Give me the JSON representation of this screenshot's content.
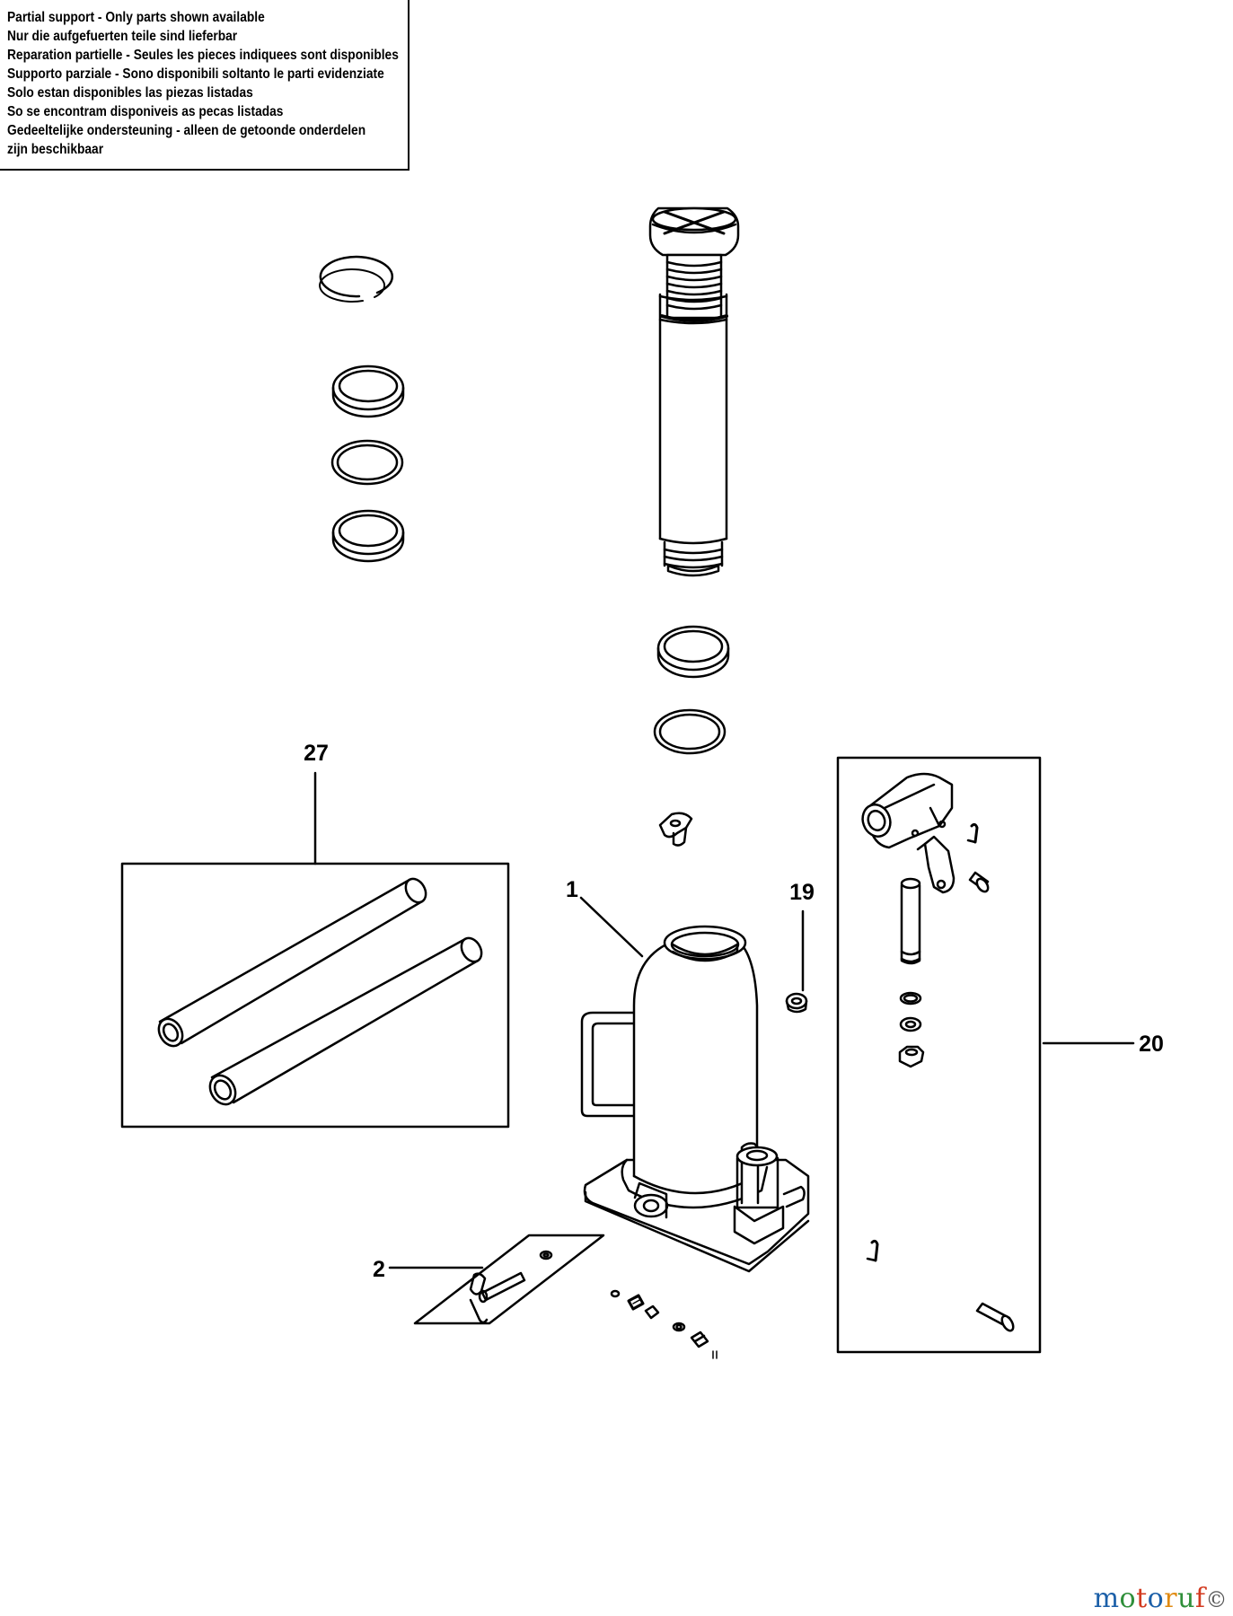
{
  "notice": {
    "lines": [
      "Partial support - Only parts shown available",
      "Nur die aufgefuerten teile sind lieferbar",
      "Reparation partielle - Seules les pieces indiquees sont disponibles",
      "Supporto parziale - Sono disponibili soltanto le parti evidenziate",
      "Solo estan disponibles las piezas listadas",
      "So se encontram disponiveis as pecas listadas",
      "Gedeeltelijke ondersteuning - alleen de getoonde onderdelen",
      "zijn beschikbaar"
    ]
  },
  "callouts": {
    "part_1": "1",
    "part_2": "2",
    "part_19": "19",
    "part_20": "20",
    "part_27": "27"
  },
  "brand": {
    "letters": [
      "m",
      "o",
      "t",
      "o",
      "r",
      "u",
      "f"
    ],
    "copyright": "©"
  },
  "colors": {
    "line": "#000000",
    "background": "#ffffff",
    "brand_blue": "#1b5fa8",
    "brand_green": "#2f8f3a",
    "brand_red": "#d23a1f",
    "brand_orange": "#e08a12"
  }
}
